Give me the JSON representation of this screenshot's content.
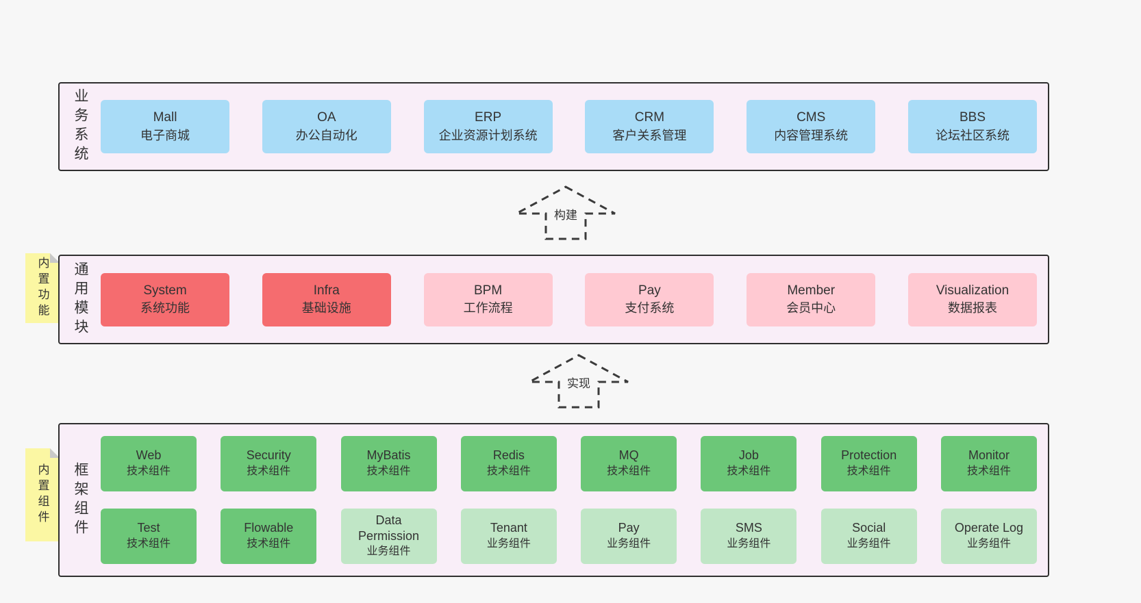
{
  "colors": {
    "page_bg": "#f7f7f7",
    "band_bg": "#f9eef8",
    "band_border": "#2f2f2f",
    "box_blue": "#a9dcf7",
    "box_red": "#f56c6f",
    "box_pink": "#ffc9d2",
    "box_green_dark": "#6cc778",
    "box_green_light": "#c0e6c6",
    "sticky_yellow": "#fbf7a3",
    "sticky_fold": "#c9c9c9",
    "text": "#333333",
    "arrow": "#3b3b3b"
  },
  "bands": [
    {
      "label": "业务系统",
      "boxes": [
        {
          "title": "Mall",
          "subtitle": "电子商城",
          "variant": "blue"
        },
        {
          "title": "OA",
          "subtitle": "办公自动化",
          "variant": "blue"
        },
        {
          "title": "ERP",
          "subtitle": "企业资源计划系统",
          "variant": "blue"
        },
        {
          "title": "CRM",
          "subtitle": "客户关系管理",
          "variant": "blue"
        },
        {
          "title": "CMS",
          "subtitle": "内容管理系统",
          "variant": "blue"
        },
        {
          "title": "BBS",
          "subtitle": "论坛社区系统",
          "variant": "blue"
        }
      ]
    },
    {
      "label": "通用模块",
      "sticky": "内置功能",
      "boxes": [
        {
          "title": "System",
          "subtitle": "系统功能",
          "variant": "red"
        },
        {
          "title": "Infra",
          "subtitle": "基础设施",
          "variant": "red"
        },
        {
          "title": "BPM",
          "subtitle": "工作流程",
          "variant": "pink"
        },
        {
          "title": "Pay",
          "subtitle": "支付系统",
          "variant": "pink"
        },
        {
          "title": "Member",
          "subtitle": "会员中心",
          "variant": "pink"
        },
        {
          "title": "Visualization",
          "subtitle": "数据报表",
          "variant": "pink"
        }
      ]
    },
    {
      "label": "框架组件",
      "sticky": "内置组件",
      "rows": [
        [
          {
            "title": "Web",
            "subtitle": "技术组件",
            "variant": "green-dark"
          },
          {
            "title": "Security",
            "subtitle": "技术组件",
            "variant": "green-dark"
          },
          {
            "title": "MyBatis",
            "subtitle": "技术组件",
            "variant": "green-dark"
          },
          {
            "title": "Redis",
            "subtitle": "技术组件",
            "variant": "green-dark"
          },
          {
            "title": "MQ",
            "subtitle": "技术组件",
            "variant": "green-dark"
          },
          {
            "title": "Job",
            "subtitle": "技术组件",
            "variant": "green-dark"
          },
          {
            "title": "Protection",
            "subtitle": "技术组件",
            "variant": "green-dark"
          },
          {
            "title": "Monitor",
            "subtitle": "技术组件",
            "variant": "green-dark"
          }
        ],
        [
          {
            "title": "Test",
            "subtitle": "技术组件",
            "variant": "green-dark"
          },
          {
            "title": "Flowable",
            "subtitle": "技术组件",
            "variant": "green-dark"
          },
          {
            "title": "Data Permission",
            "subtitle": "业务组件",
            "variant": "green-light"
          },
          {
            "title": "Tenant",
            "subtitle": "业务组件",
            "variant": "green-light"
          },
          {
            "title": "Pay",
            "subtitle": "业务组件",
            "variant": "green-light"
          },
          {
            "title": "SMS",
            "subtitle": "业务组件",
            "variant": "green-light"
          },
          {
            "title": "Social",
            "subtitle": "业务组件",
            "variant": "green-light"
          },
          {
            "title": "Operate Log",
            "subtitle": "业务组件",
            "variant": "green-light"
          }
        ]
      ]
    }
  ],
  "arrows": [
    {
      "label": "构建"
    },
    {
      "label": "实现"
    }
  ]
}
